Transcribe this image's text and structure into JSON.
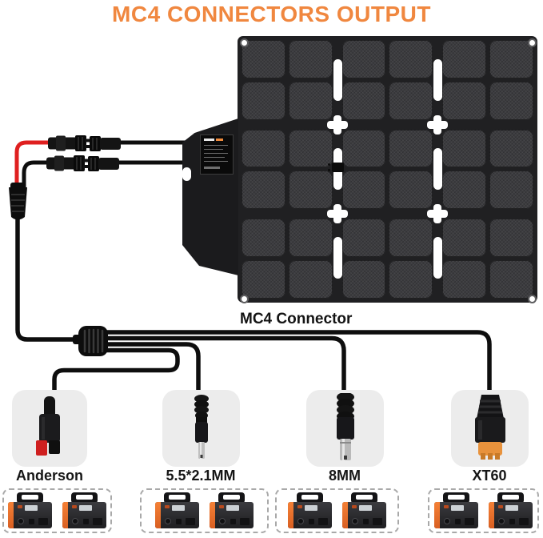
{
  "title": {
    "text": "MC4 CONNECTORS OUTPUT",
    "color": "#f0873f"
  },
  "labels": {
    "mc4_connector": "MC4 Connector"
  },
  "panel": {
    "rows": 3,
    "cols": 3,
    "cells_per_section": 4
  },
  "outputs": [
    {
      "id": "anderson",
      "label": "Anderson"
    },
    {
      "id": "dc-5521",
      "label": "5.5*2.1MM"
    },
    {
      "id": "dc-8mm",
      "label": "8MM"
    },
    {
      "id": "xt60",
      "label": "XT60"
    }
  ],
  "colors": {
    "accent_orange": "#f0873f",
    "cable_black": "#0e0e0e",
    "cable_red": "#df1f1f",
    "output_box_gray": "#ececec",
    "panel_dark": "#202022",
    "xt60_tip_orange": "#e8923c",
    "anderson_tip_red": "#cf1f1f"
  }
}
